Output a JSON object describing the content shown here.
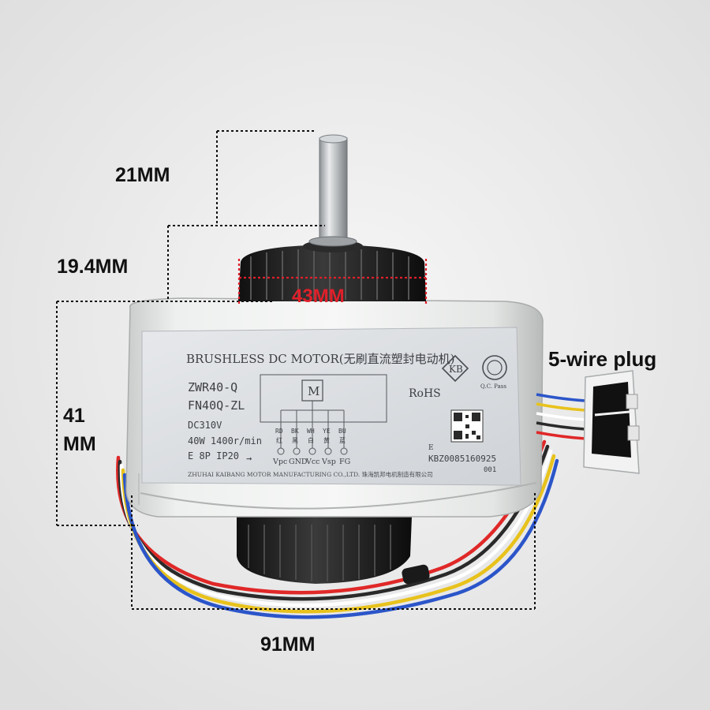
{
  "dimensions": {
    "shaft_length": "21MM",
    "hub_height": "19.4MM",
    "hub_diameter": "43MM",
    "body_height_line1": "41",
    "body_height_line2": "MM",
    "body_width": "91MM"
  },
  "callout": {
    "plug": "5-wire plug"
  },
  "motor_label": {
    "heading": "BRUSHLESS DC MOTOR(无刷直流塑封电动机)",
    "model": "ZWR40-Q",
    "part_no": "FN40Q-ZL",
    "voltage": "DC310V",
    "rating": "40W 1400r/min",
    "class": "E 8P IP20",
    "arrow": "→",
    "motor_symbol": "M",
    "wire_codes": [
      "RD",
      "BK",
      "WH",
      "YE",
      "BU"
    ],
    "wire_cn": [
      "红",
      "黑",
      "白",
      "黄",
      "蓝"
    ],
    "pins": [
      "Vpc",
      "GND",
      "Vcc",
      "Vsp",
      "FG"
    ],
    "manufacturer": "ZHUHAI KAIBANG MOTOR MANUFACTURING CO.,LTD. 珠海凯邦电机制造有限公司",
    "kb_logo": "KB",
    "rohs": "RoHS",
    "qc_pass": "Q.C. Pass",
    "e_mark": "E",
    "serial": "KBZ0085160925",
    "date_suffix": "001"
  },
  "colors": {
    "dimension_red": "#e0202a",
    "body_white": "#f1f3f2",
    "hub_black": "#1c1c1c",
    "label_silver": "#dcdfe3"
  }
}
